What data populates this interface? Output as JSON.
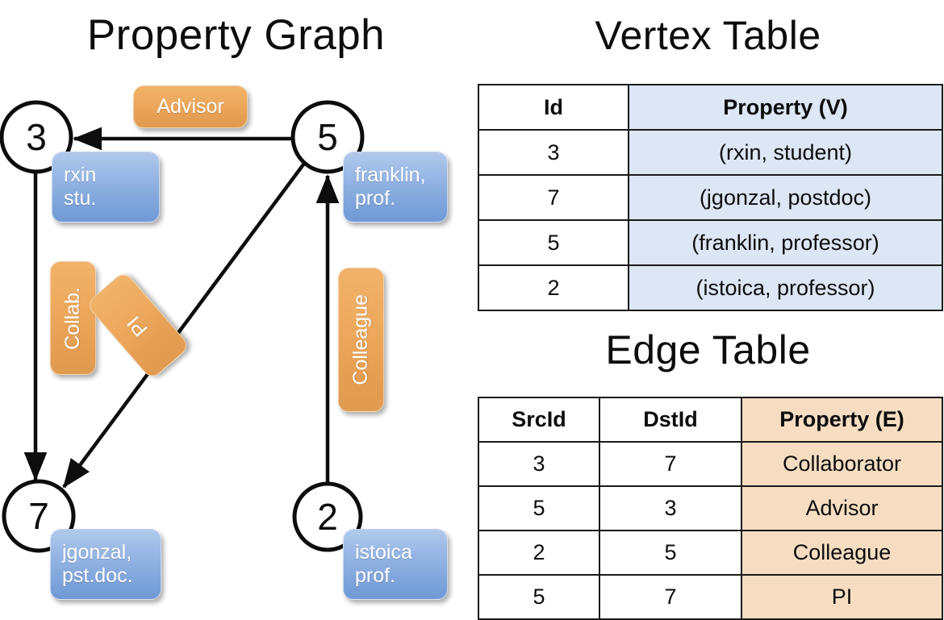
{
  "titles": {
    "property_graph": "Property Graph",
    "vertex_table": "Vertex Table",
    "edge_table": "Edge Table"
  },
  "colors": {
    "node_blue_fill": "#8cb0e0",
    "edge_orange_fill": "#eaa85c",
    "vertex_cell_blue": "#dce6f4",
    "edge_cell_peach": "#f6ddc2",
    "stroke": "#1a1a1a",
    "background": "#ffffff"
  },
  "graph": {
    "nodes": [
      {
        "id": "3",
        "label": "3",
        "property_text": "rxin\nstu."
      },
      {
        "id": "5",
        "label": "5",
        "property_text": "franklin,\nprof."
      },
      {
        "id": "7",
        "label": "7",
        "property_text": "jgonzal,\npst.doc."
      },
      {
        "id": "2",
        "label": "2",
        "property_text": "istoica\nprof."
      }
    ],
    "edge_labels": [
      {
        "name": "advisor",
        "text": "Advisor"
      },
      {
        "name": "collab",
        "text": "Collab."
      },
      {
        "name": "pi",
        "text": "PI"
      },
      {
        "name": "colleague",
        "text": "Colleague"
      }
    ]
  },
  "vertex_table": {
    "columns": [
      "Id",
      "Property (V)"
    ],
    "rows": [
      {
        "id": "3",
        "property": "(rxin, student)"
      },
      {
        "id": "7",
        "property": "(jgonzal, postdoc)"
      },
      {
        "id": "5",
        "property": "(franklin, professor)"
      },
      {
        "id": "2",
        "property": "(istoica, professor)"
      }
    ]
  },
  "edge_table": {
    "columns": [
      "SrcId",
      "DstId",
      "Property (E)"
    ],
    "rows": [
      {
        "src": "3",
        "dst": "7",
        "property": "Collaborator"
      },
      {
        "src": "5",
        "dst": "3",
        "property": "Advisor"
      },
      {
        "src": "2",
        "dst": "5",
        "property": "Colleague"
      },
      {
        "src": "5",
        "dst": "7",
        "property": "PI"
      }
    ]
  }
}
